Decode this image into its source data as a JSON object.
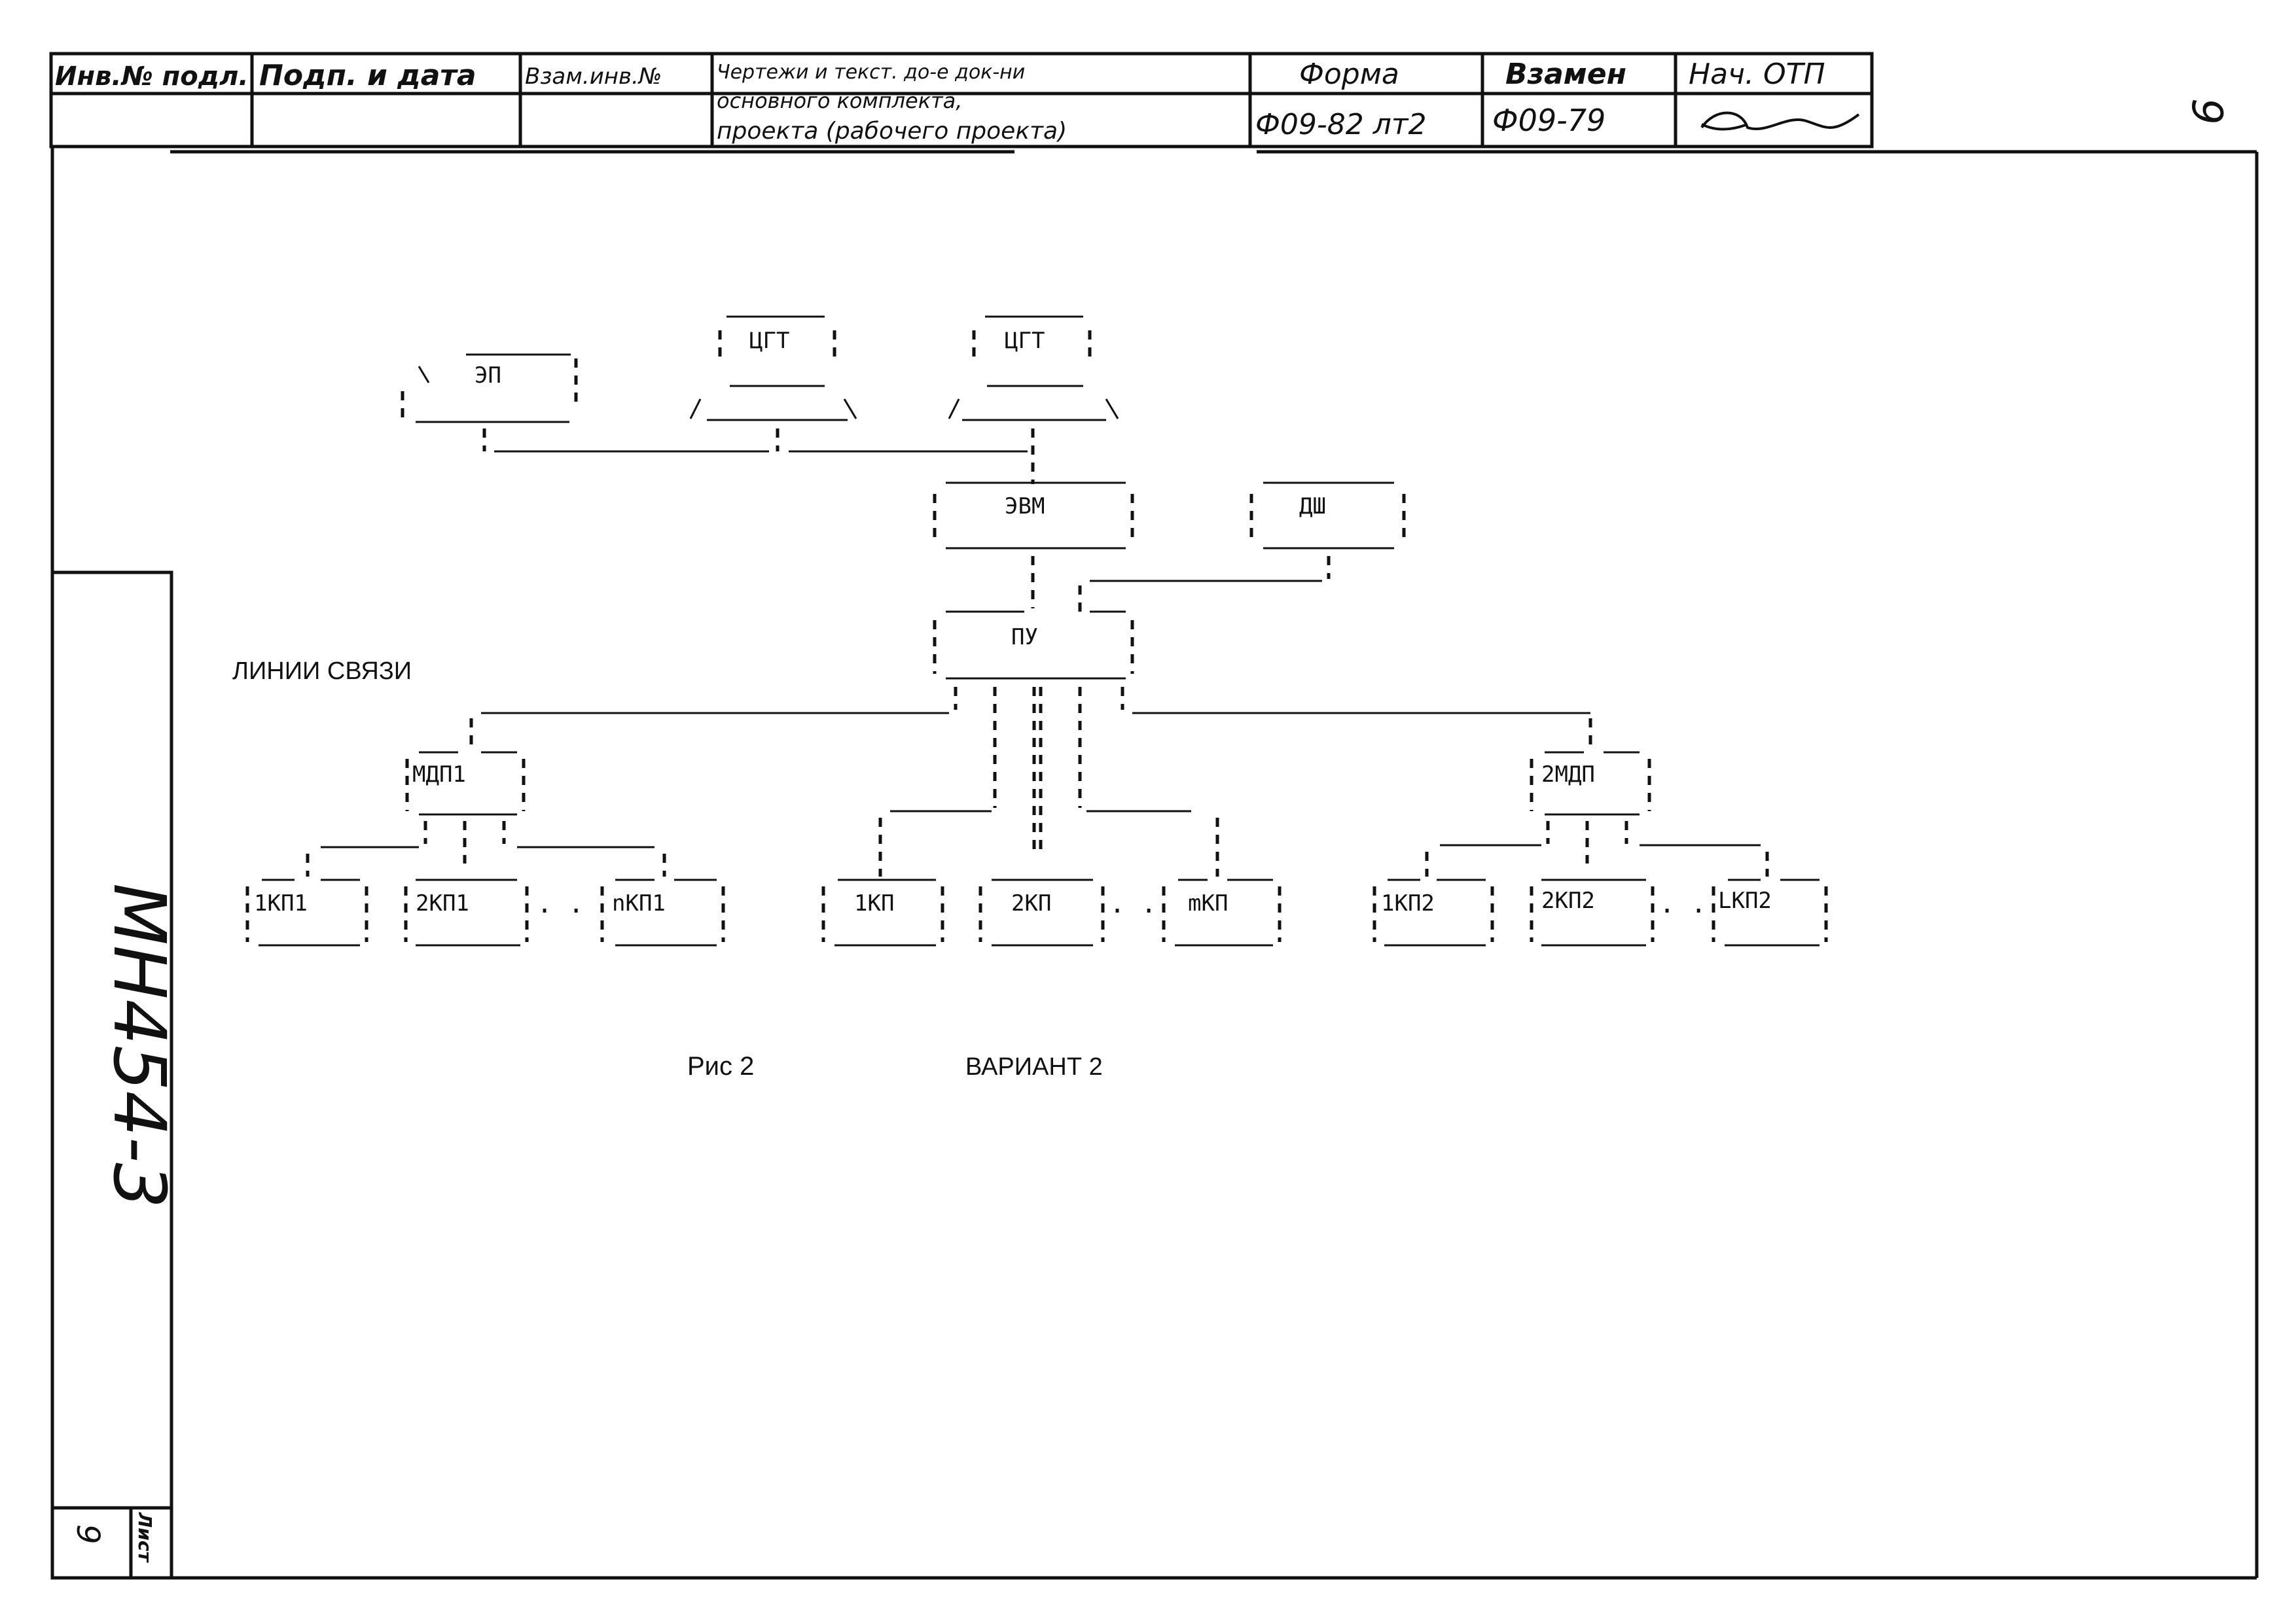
{
  "stamp": {
    "col1_header": "Инв.№ подл.",
    "col2_header": "Подп. и дата",
    "col3_header": "Взам.инв.№",
    "col4_line1": "Чертежи и текст. до-е док-ни",
    "col4_line2": "основного комплекта,",
    "col4_line3": "проекта (рабочего проекта)",
    "col5_header": "Форма",
    "col5_value": "Ф09-82 лт2",
    "col6_header": "Взамен",
    "col6_value": "Ф09-79",
    "col7_header": "Нач. ОТП"
  },
  "page_number": "9",
  "side_stamp": {
    "drawing_number": "МН454-3",
    "sheet_label": "Лист",
    "sheet_number": "9"
  },
  "diagram": {
    "nodes": {
      "ep": "ЭП",
      "cgt1": "ЦГТ",
      "cgt2": "ЦГТ",
      "evm": "ЭВМ",
      "dsh": "ДШ",
      "pu": "ПУ",
      "mdp1": "МДП1",
      "mdp2": "2МДП",
      "kp1_1": "1КП1",
      "kp1_2": "2КП1",
      "kp1_n": "nКП1",
      "kp_1": "1КП",
      "kp_2": "2КП",
      "kp_m": "mКП",
      "kp2_1": "1КП2",
      "kp2_2": "2КП2",
      "kp2_l": "LКП2"
    },
    "ellipsis_1": ". .",
    "ellipsis_2": ". .",
    "ellipsis_3": ". .",
    "links_label": "ЛИНИИ СВЯЗИ"
  },
  "caption": {
    "figure": "Рис 2",
    "variant": "ВАРИАНТ 2"
  }
}
